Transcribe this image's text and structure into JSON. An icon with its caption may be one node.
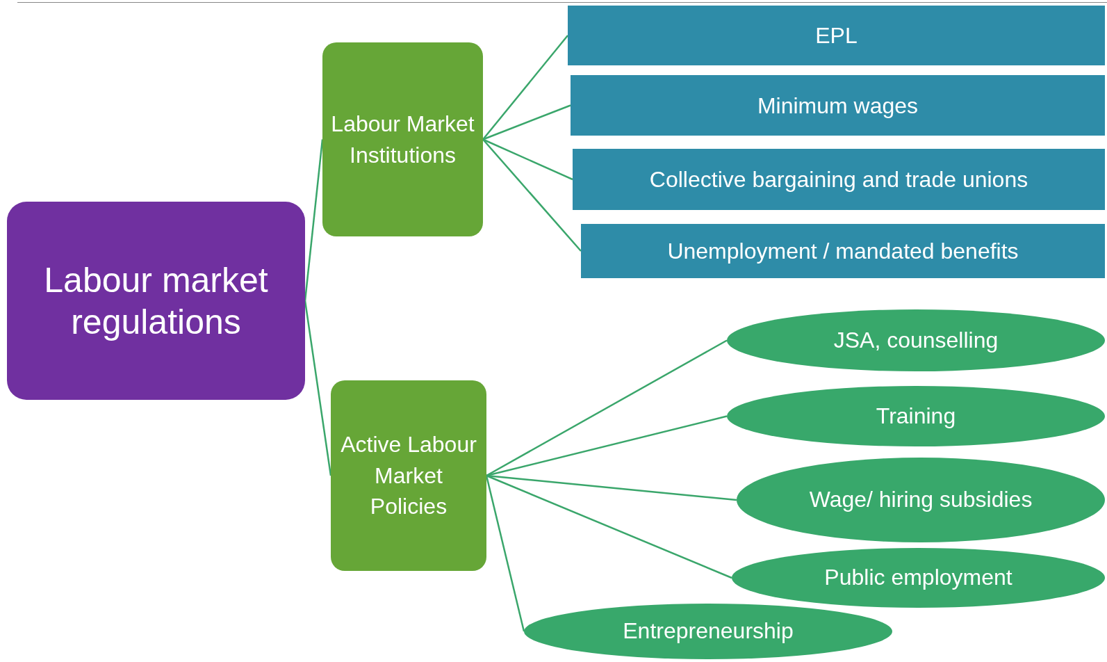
{
  "diagram": {
    "nodes": [
      {
        "text": [
          "Labour market regulations"
        ]
      },
      {
        "text": [
          "Labour Market Institutions"
        ]
      },
      {
        "text": [
          "Active Labour Market Policies"
        ]
      },
      {
        "text": [
          "EPL"
        ]
      },
      {
        "text": [
          "Minimum wages"
        ]
      },
      {
        "text": [
          "Collective bargaining and trade unions"
        ]
      },
      {
        "text": [
          "Unemployment / mandated benefits"
        ]
      },
      {
        "text": [
          "JSA, counselling"
        ]
      },
      {
        "text": [
          "Training"
        ]
      },
      {
        "text": [
          "Wage/ hiring subsidies"
        ]
      },
      {
        "text": [
          "Public employment"
        ]
      },
      {
        "text": [
          "Entrepreneurship"
        ]
      }
    ],
    "edges": [
      {
        "from": 0,
        "to": 1,
        "arrow": "none"
      },
      {
        "from": 0,
        "to": 2,
        "arrow": "none"
      },
      {
        "from": 1,
        "to": 3,
        "arrow": "none"
      },
      {
        "from": 1,
        "to": 4,
        "arrow": "none"
      },
      {
        "from": 1,
        "to": 5,
        "arrow": "none"
      },
      {
        "from": 1,
        "to": 6,
        "arrow": "none"
      },
      {
        "from": 2,
        "to": 7,
        "arrow": "none"
      },
      {
        "from": 2,
        "to": 8,
        "arrow": "none"
      },
      {
        "from": 2,
        "to": 9,
        "arrow": "none"
      },
      {
        "from": 2,
        "to": 10,
        "arrow": "none"
      },
      {
        "from": 2,
        "to": 11,
        "arrow": "none"
      }
    ]
  }
}
